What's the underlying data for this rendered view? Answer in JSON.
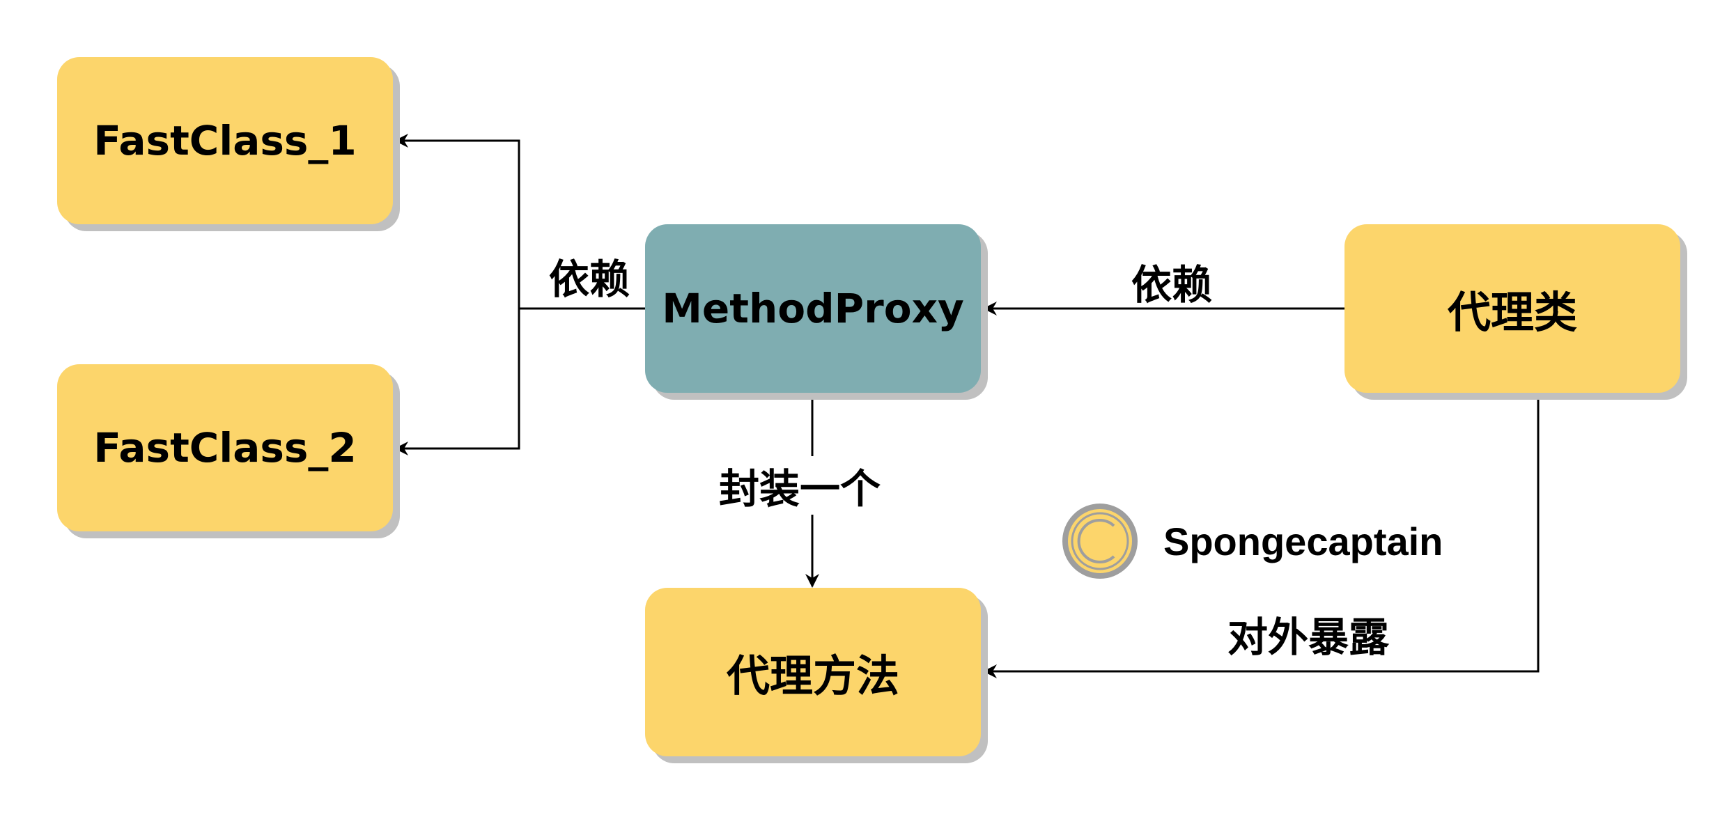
{
  "colors": {
    "yellow": "#fcd56b",
    "teal": "#7fadb1",
    "shadow": "#c0c0c0",
    "line": "#000000"
  },
  "nodes": {
    "fastclass1": "FastClass_1",
    "fastclass2": "FastClass_2",
    "methodproxy": "MethodProxy",
    "proxyclass": "代理类",
    "proxymethod": "代理方法"
  },
  "edges": {
    "mp_to_fastclass": "依赖",
    "proxyclass_to_mp": "依赖",
    "mp_to_proxymethod": "封装一个",
    "proxyclass_to_proxymethod": "对外暴露"
  },
  "watermark": {
    "icon": "copyright-icon",
    "text": "Spongecaptain"
  }
}
